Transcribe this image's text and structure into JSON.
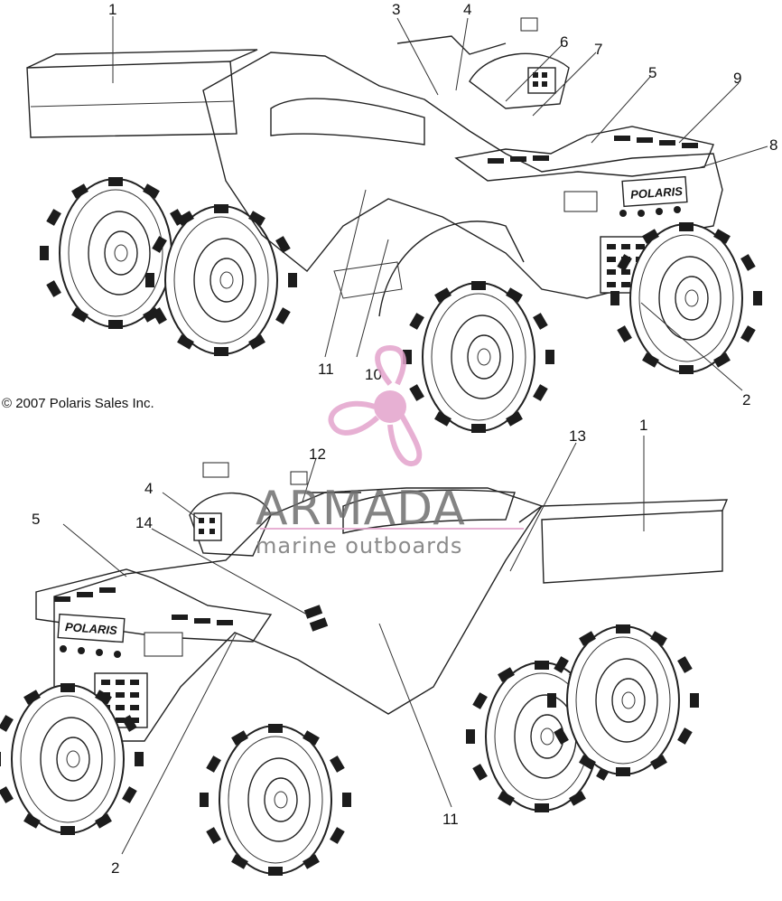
{
  "copyright": "© 2007 Polaris Sales Inc.",
  "brand_decal": "POLARIS",
  "watermark": {
    "title": "ARMADA",
    "subtitle": "marine outboards",
    "logo_color": "#e3a3cc",
    "text_color": "#6f6f6f"
  },
  "top_view": {
    "callouts": [
      "1",
      "3",
      "4",
      "6",
      "7",
      "5",
      "9",
      "8",
      "11",
      "10",
      "2"
    ]
  },
  "bottom_view": {
    "callouts": [
      "1",
      "12",
      "13",
      "4",
      "5",
      "14",
      "2",
      "11"
    ]
  }
}
